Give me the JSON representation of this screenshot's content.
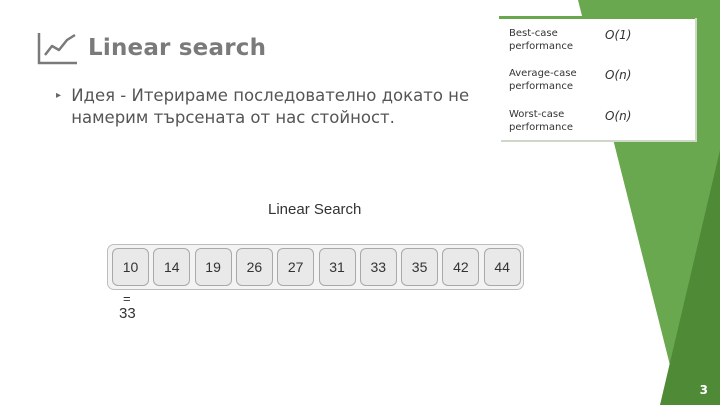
{
  "slide": {
    "title": "Linear search",
    "bullet": "Идея - Итерираме последователно докато не намерим търсената от нас стойност.",
    "page_number": "3"
  },
  "performance": [
    {
      "label": "Best-case performance",
      "value": "O(1)"
    },
    {
      "label": "Average-case performance",
      "value": "O(n)"
    },
    {
      "label": "Worst-case performance",
      "value": "O(n)"
    }
  ],
  "diagram": {
    "title": "Linear Search",
    "values": [
      "10",
      "14",
      "19",
      "26",
      "27",
      "31",
      "33",
      "35",
      "42",
      "44"
    ],
    "target_symbol": "=",
    "target_value": "33"
  },
  "colors": {
    "accent_green": "#6aa84f",
    "dark_green": "#4f8a36",
    "title_gray": "#7a7a7a"
  },
  "icons": {
    "title_icon": "trend-line-chart-icon"
  }
}
